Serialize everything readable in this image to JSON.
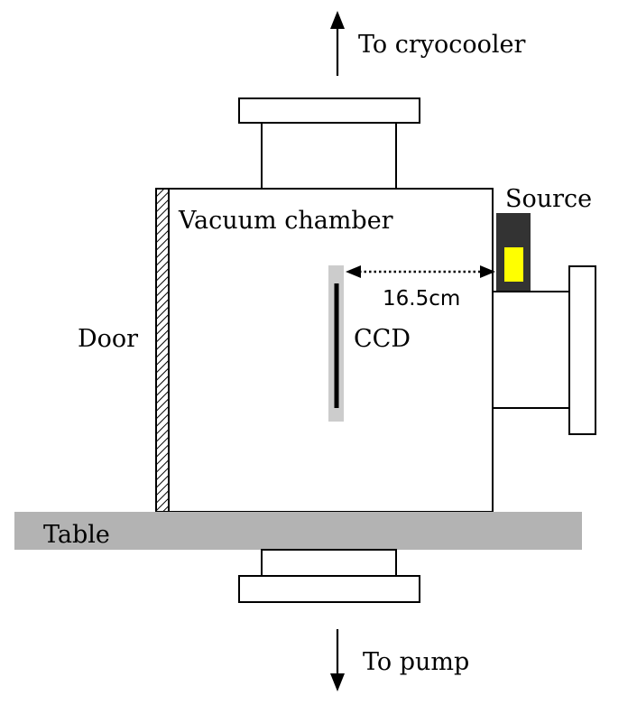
{
  "labels": {
    "to_cryocooler": "To cryocooler",
    "source": "Source",
    "vacuum_chamber": "Vacuum chamber",
    "distance": "16.5cm",
    "door": "Door",
    "ccd": "CCD",
    "table": "Table",
    "to_pump": "To pump"
  },
  "colors": {
    "outline": "#000000",
    "table_fill": "#b3b3b3",
    "ccd_mount": "#cccccc",
    "source_housing": "#333333",
    "source_element": "#ffff00"
  }
}
